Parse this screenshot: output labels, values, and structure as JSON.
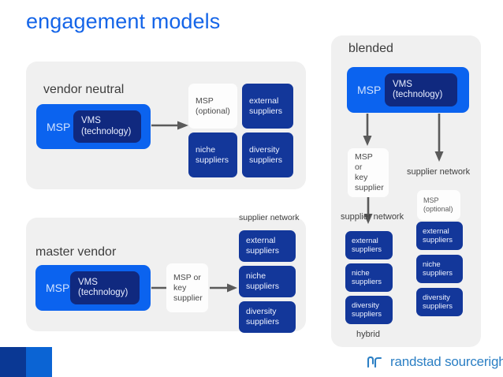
{
  "slide": {
    "title": "engagement models",
    "title_color": "#1565e8",
    "card_bg": "#f0f0f0",
    "msp_color": "#0b63ef",
    "vms_color": "#10297f",
    "supplier_color": "#13379a",
    "arrow_color": "#5a5a5a"
  },
  "vendor_neutral": {
    "title": "vendor neutral",
    "msp_label": "MSP",
    "vms_label": "VMS\n(technology)",
    "vms_line1": "VMS",
    "vms_line2": "(technology)",
    "optional_line1": "MSP",
    "optional_line2": "(optional)",
    "suppliers": [
      {
        "line1": "external",
        "line2": "suppliers"
      },
      {
        "line1": "niche",
        "line2": "suppliers"
      },
      {
        "line1": "diversity",
        "line2": "suppliers"
      }
    ]
  },
  "master_vendor": {
    "title": "master vendor",
    "msp_label": "MSP",
    "vms_line1": "VMS",
    "vms_line2": "(technology)",
    "key_supplier_line1": "MSP or",
    "key_supplier_line2": "key",
    "key_supplier_line3": "supplier",
    "network_label": "supplier network",
    "suppliers": [
      {
        "line1": "external",
        "line2": "suppliers"
      },
      {
        "line1": "niche",
        "line2": "suppliers"
      },
      {
        "line1": "diversity",
        "line2": "suppliers"
      }
    ]
  },
  "blended": {
    "title": "blended",
    "footer_label": "hybrid",
    "msp_label": "MSP",
    "vms_line1": "VMS",
    "vms_line2": "(technology)",
    "key_supplier_line1": "MSP or",
    "key_supplier_line2": "key",
    "key_supplier_line3": "supplier",
    "network_label_right": "supplier network",
    "network_label_left": "supplier network",
    "optional_line1": "MSP",
    "optional_line2": "(optional)",
    "left_suppliers": [
      {
        "line1": "external",
        "line2": "suppliers"
      },
      {
        "line1": "niche",
        "line2": "suppliers"
      },
      {
        "line1": "diversity",
        "line2": "suppliers"
      }
    ],
    "right_suppliers": [
      {
        "line1": "external",
        "line2": "suppliers"
      },
      {
        "line1": "niche",
        "line2": "suppliers"
      },
      {
        "line1": "diversity",
        "line2": "suppliers"
      }
    ]
  },
  "brand": {
    "wordmark": "randstad sourceright",
    "wordmark_color": "#2b7fc4",
    "square_dark": "#0a3894",
    "square_light": "#0b64d4"
  }
}
